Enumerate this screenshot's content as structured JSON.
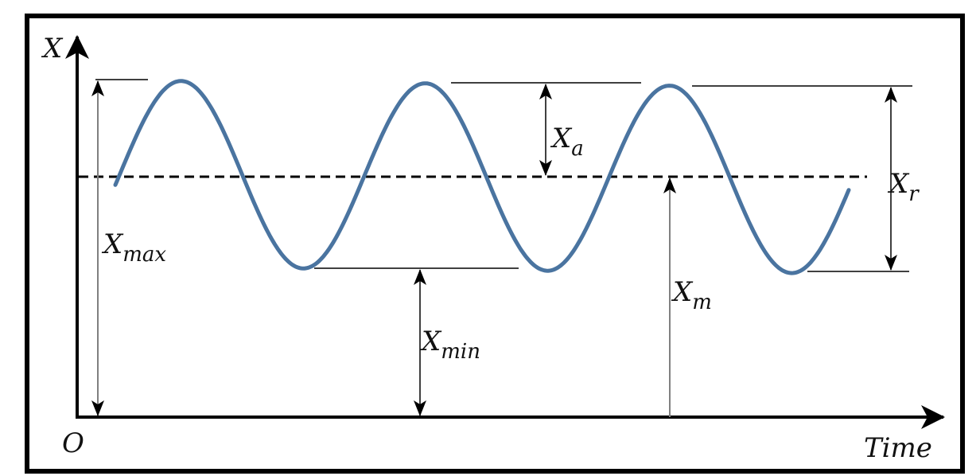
{
  "labels": {
    "y_axis": "X",
    "origin": "O",
    "x_axis": "Time",
    "x_max": {
      "main": "X",
      "sub": "max"
    },
    "x_min": {
      "main": "X",
      "sub": "min"
    },
    "x_a": {
      "main": "X",
      "sub": "a"
    },
    "x_r": {
      "main": "X",
      "sub": "r"
    },
    "x_m": {
      "main": "X",
      "sub": "m"
    }
  },
  "colors": {
    "wave": "#4a74a0",
    "axis": "#000000",
    "dimension_gray": "#808080"
  }
}
